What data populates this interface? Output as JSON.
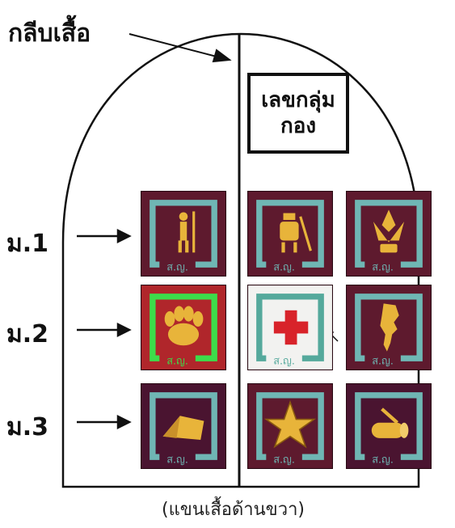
{
  "labels": {
    "collar": "กลีบเสื้อ",
    "group_number": "เลขกลุ่ม\nกอง",
    "rows": [
      "ม.1",
      "ม.2",
      "ม.3"
    ],
    "caption": "(แขนเสื้อด้านขวา)",
    "badge_text": "ส.ญ."
  },
  "badges": [
    {
      "row": 1,
      "col": 1,
      "emblem": "scout-figure-icon",
      "bg": "#5e1a2e",
      "frame": "#6fb6b4"
    },
    {
      "row": 1,
      "col": 2,
      "emblem": "camp-stove-icon",
      "bg": "#5e1a2e",
      "frame": "#6fb6b4"
    },
    {
      "row": 1,
      "col": 3,
      "emblem": "scout-emblem-icon",
      "bg": "#5e1a2e",
      "frame": "#6fb6b4"
    },
    {
      "row": 2,
      "col": 1,
      "emblem": "paw-icon",
      "bg": "#b0262b",
      "frame": "#3ddc4a"
    },
    {
      "row": 2,
      "col": 2,
      "emblem": "red-cross-icon",
      "bg": "#f2f2f0",
      "frame": "#55a99c"
    },
    {
      "row": 2,
      "col": 3,
      "emblem": "thailand-map-icon",
      "bg": "#5e1a2e",
      "frame": "#6fb6b4"
    },
    {
      "row": 3,
      "col": 1,
      "emblem": "tent-icon",
      "bg": "#4a1430",
      "frame": "#6fb6b4"
    },
    {
      "row": 3,
      "col": 2,
      "emblem": "star-icon",
      "bg": "#5e1a2e",
      "frame": "#6fb6b4"
    },
    {
      "row": 3,
      "col": 3,
      "emblem": "log-axe-icon",
      "bg": "#4a1430",
      "frame": "#6fb6b4"
    }
  ],
  "colors": {
    "emblem_gold": "#e8b43a",
    "outline": "#111111"
  }
}
